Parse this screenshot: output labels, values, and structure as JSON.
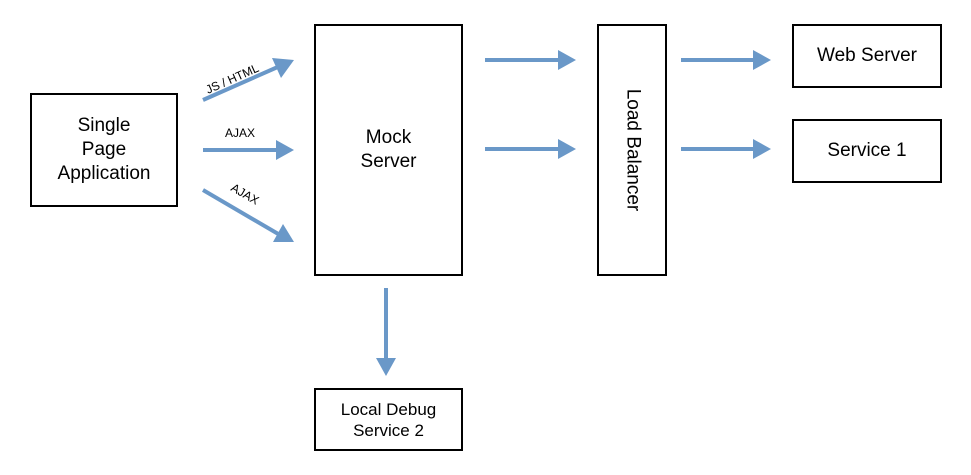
{
  "nodes": {
    "single_page_application": "Single\nPage\nApplication",
    "mock_server": "Mock\nServer",
    "load_balancer": "Load Balancer",
    "web_server": "Web Server",
    "service_1": "Service 1",
    "local_debug_service_2": "Local Debug\nService 2"
  },
  "edges": {
    "spa_to_mock_top": "JS / HTML",
    "spa_to_mock_middle": "AJAX",
    "spa_to_mock_bottom": "AJAX"
  },
  "colors": {
    "arrow": "#6a98c8",
    "box_border": "#000000"
  }
}
